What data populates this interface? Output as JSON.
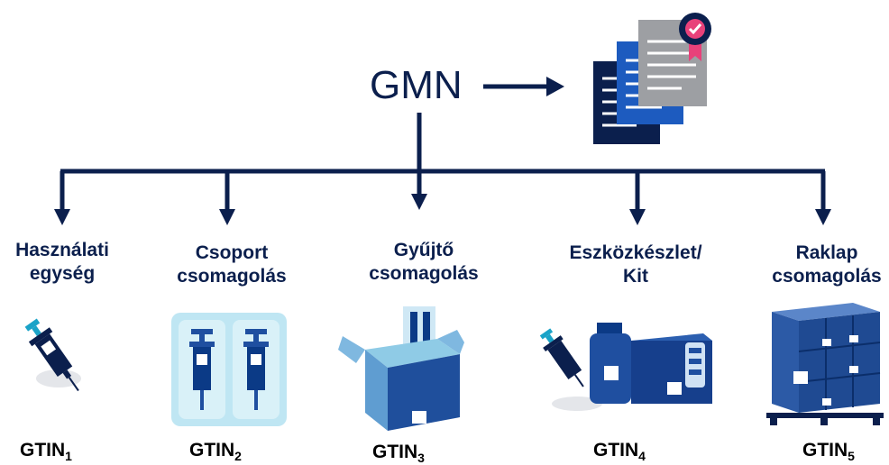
{
  "cropped_top_text": "",
  "gmn_label": "GMN",
  "columns": [
    {
      "label_line1": "Használati",
      "label_line2": "egység",
      "gtin": "GTIN",
      "gtin_sub": "1",
      "icon": "syringe-icon"
    },
    {
      "label_line1": "Csoport",
      "label_line2": "csomagolás",
      "gtin": "GTIN",
      "gtin_sub": "2",
      "icon": "blister-syringes-icon"
    },
    {
      "label_line1": "Gyűjtő",
      "label_line2": "csomagolás",
      "gtin": "GTIN",
      "gtin_sub": "3",
      "icon": "open-case-box-icon"
    },
    {
      "label_line1": "Eszközkészlet/",
      "label_line2": "Kit",
      "gtin": "GTIN",
      "gtin_sub": "4",
      "icon": "kit-icon"
    },
    {
      "label_line1": "Raklap",
      "label_line2": "csomagolás",
      "gtin": "GTIN",
      "gtin_sub": "5",
      "icon": "pallet-icon"
    }
  ],
  "document_icon": "certificate-documents-icon",
  "colors": {
    "navy": "#0b1f4d",
    "blue": "#1f4fa0",
    "light_blue": "#bfe6f3",
    "pink_badge": "#e8417a",
    "grey_doc": "#9d9fa3"
  }
}
